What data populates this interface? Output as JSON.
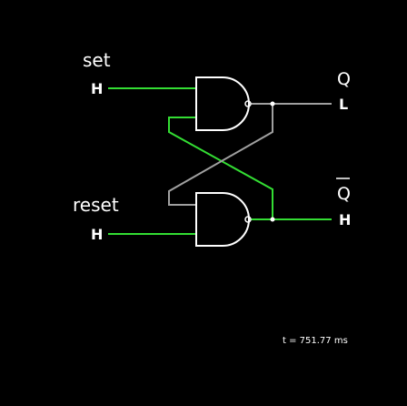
{
  "inputs": {
    "set": {
      "label": "set",
      "state": "H"
    },
    "reset": {
      "label": "reset",
      "state": "H"
    }
  },
  "outputs": {
    "q": {
      "label": "Q",
      "state": "L"
    },
    "q_bar": {
      "label": "Q",
      "state": "H"
    }
  },
  "gates": [
    {
      "type": "NAND",
      "name": "top"
    },
    {
      "type": "NAND",
      "name": "bottom"
    }
  ],
  "time": {
    "text": "t = 751.77 ms"
  },
  "colors": {
    "background": "#000000",
    "wire_high": "#33dd33",
    "wire_low": "#a0a0a0",
    "gate": "#ffffff",
    "text": "#ffffff"
  }
}
